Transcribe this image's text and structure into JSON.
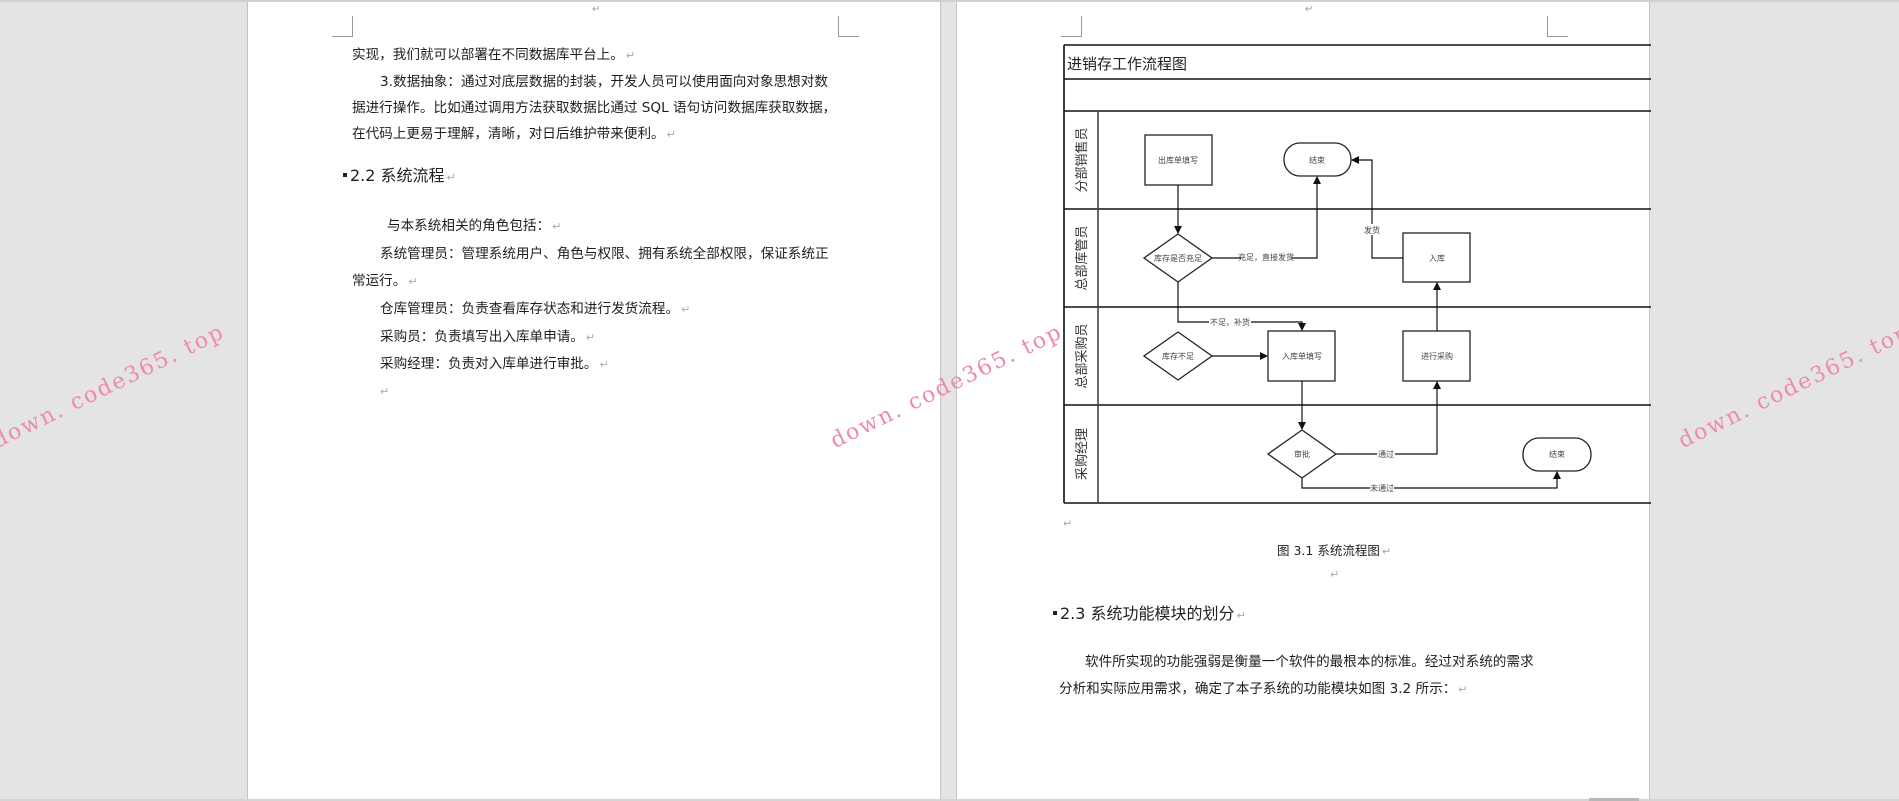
{
  "page1": {
    "header_mark": "↵",
    "lines": [
      {
        "text": "实现，我们就可以部署在不同数据库平台上。",
        "mark": "↵"
      },
      {
        "text": "3.数据抽象：通过对底层数据的封装，开发人员可以使用面向对象思想对数",
        "mark": ""
      },
      {
        "text": "据进行操作。比如通过调用方法获取数据比通过 SQL 语句访问数据库获取数据，",
        "mark": ""
      },
      {
        "text": "在代码上更易于理解，清晰，对日后维护带来便利。",
        "mark": "↵"
      }
    ],
    "heading": {
      "text": "2.2 系统流程",
      "mark": "↵"
    },
    "roles_intro": {
      "text": "与本系统相关的角色包括：",
      "mark": "↵"
    },
    "roles": [
      {
        "text": "系统管理员：管理系统用户、角色与权限、拥有系统全部权限，保证系统正",
        "mark": ""
      },
      {
        "text": "常运行。",
        "mark": "↵"
      },
      {
        "text": "仓库管理员：负责查看库存状态和进行发货流程。",
        "mark": "↵"
      },
      {
        "text": "采购员：负责填写出入库单申请。",
        "mark": "↵"
      },
      {
        "text": "采购经理：负责对入库单进行审批。",
        "mark": "↵"
      }
    ],
    "empty_mark": "↵"
  },
  "page2": {
    "header_mark": "↵",
    "diagram": {
      "title": "进销存工作流程图",
      "lanes": [
        "分部销售员",
        "总部库管员",
        "总部采购员",
        "采购经理"
      ],
      "nodes": {
        "outbound_form": "出库单填写",
        "end_top": "结束",
        "stock_check": "库存是否充足",
        "warehousing": "入库",
        "stock_low": "库存不足",
        "inbound_form": "入库单填写",
        "purchase": "进行采购",
        "approval": "审批",
        "end_bottom": "结束"
      },
      "edge_labels": {
        "sufficient": "充足，直接发货",
        "ship": "发货",
        "insufficient": "不足，补货",
        "approved": "通过",
        "rejected": "未通过"
      }
    },
    "after_diagram_mark": "↵",
    "caption": {
      "text": "图 3.1  系统流程图",
      "mark": "↵"
    },
    "caption_after_mark": "↵",
    "heading": {
      "text": "2.3 系统功能模块的划分",
      "mark": "↵"
    },
    "body": [
      {
        "text": "软件所实现的功能强弱是衡量一个软件的最根本的标准。经过对系统的需求",
        "mark": ""
      },
      {
        "text": "分析和实际应用需求，确定了本子系统的功能模块如图 3.2 所示：",
        "mark": "↵"
      }
    ]
  },
  "watermark": {
    "text": "down. code365. top",
    "color": "#f08aa8"
  }
}
